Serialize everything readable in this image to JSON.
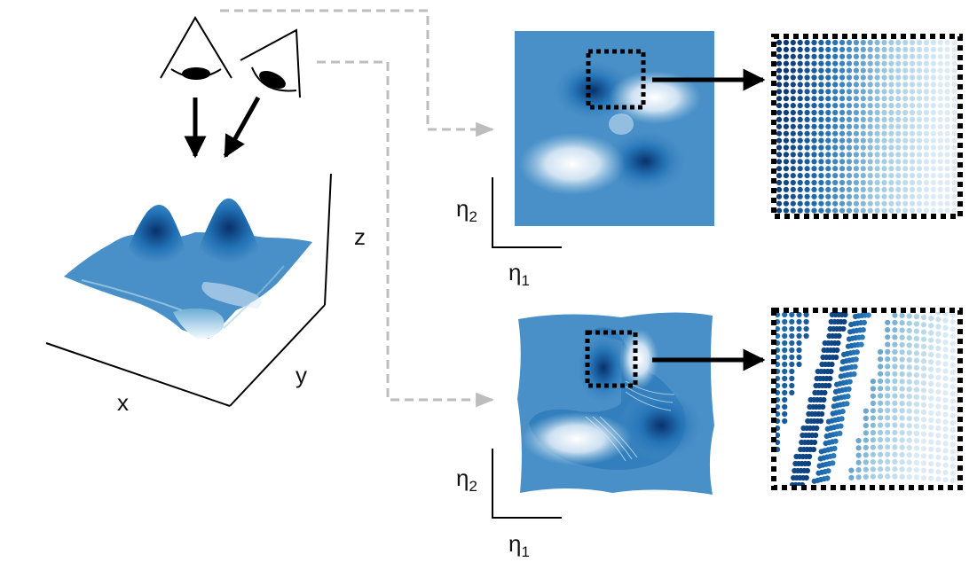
{
  "labels": {
    "x": "x",
    "y": "y",
    "z": "z",
    "eta": "η",
    "sub1": "1",
    "sub2": "2"
  },
  "colors": {
    "dark": "#08306b",
    "mid": "#2171b5",
    "base": "#4a90c8",
    "light": "#9ecae1",
    "pale": "#deebf7",
    "white": "#ffffff",
    "connector": "#bdbdbd",
    "ink": "#000000"
  },
  "icons": [
    "eye-icon-top",
    "eye-icon-side",
    "arrow-right-icon"
  ]
}
